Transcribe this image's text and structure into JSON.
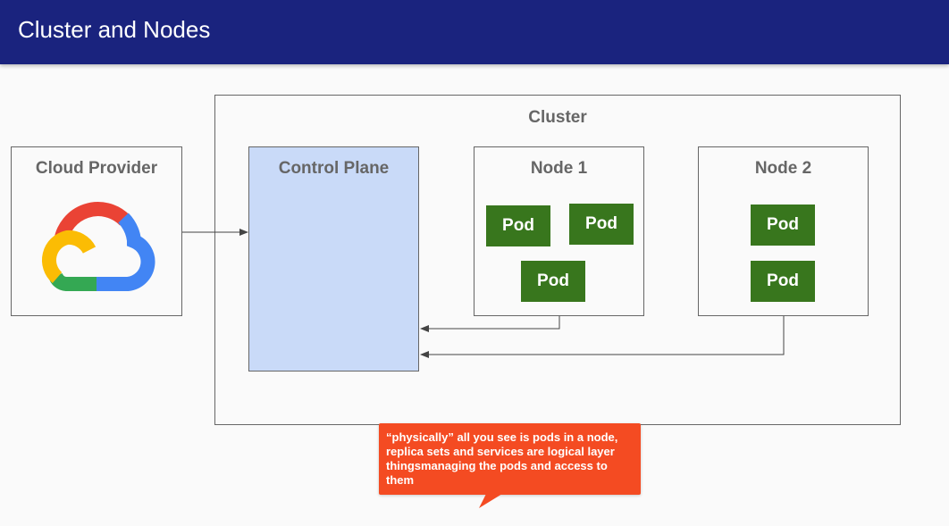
{
  "header": {
    "title": "Cluster and Nodes"
  },
  "diagram": {
    "cluster_label": "Cluster",
    "cloud_provider_label": "Cloud Provider",
    "control_plane_label": "Control Plane",
    "node1": {
      "label": "Node 1",
      "pods": [
        "Pod",
        "Pod",
        "Pod"
      ]
    },
    "node2": {
      "label": "Node 2",
      "pods": [
        "Pod",
        "Pod"
      ]
    }
  },
  "callout": {
    "text": "“physically” all you see is pods in a node, replica sets and services are logical layer thingsmanaging the pods and access to them"
  },
  "icons": {
    "logo": "google-cloud-logo-icon"
  },
  "colors": {
    "header": "#1a237e",
    "control_plane": "#c9daf8",
    "pod": "#38761d",
    "callout": "#f44b22",
    "box_border": "#666666",
    "logo_red": "#ea4335",
    "logo_blue": "#4285f4",
    "logo_yellow": "#fbbc04",
    "logo_green": "#34a853"
  }
}
